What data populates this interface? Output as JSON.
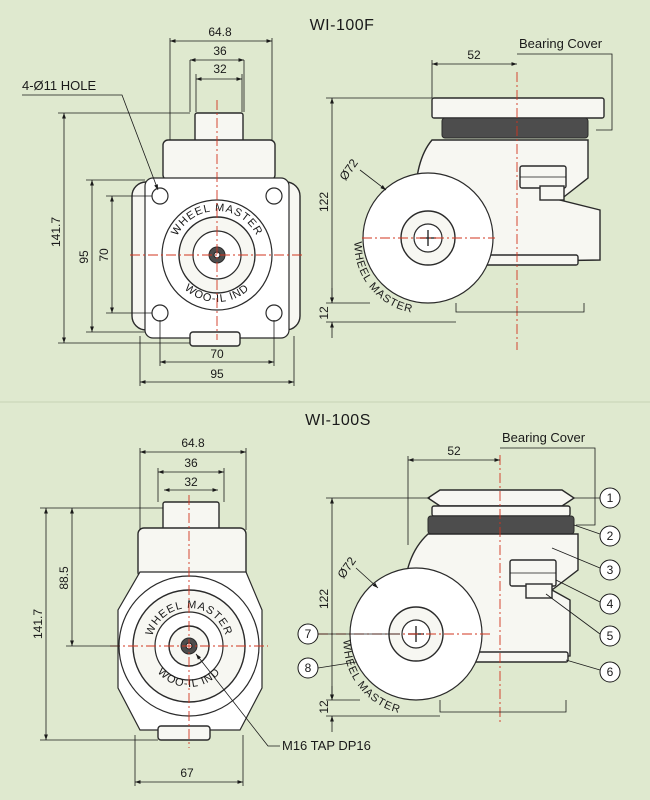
{
  "top": {
    "title": "WI-100F",
    "dims": {
      "w648": "64.8",
      "w36": "36",
      "w32": "32",
      "h1417": "141.7",
      "h95": "95",
      "h70": "70",
      "b70": "70",
      "b95": "95",
      "s52": "52",
      "s122": "122",
      "s12": "12",
      "d72": "Ø72"
    },
    "hole_label": "4-Ø11 HOLE",
    "bearing_cover": "Bearing Cover",
    "wheel_text_top": "WHEEL MASTER",
    "wheel_text_bottom": "WOO-IL IND",
    "side_wheel_text": "WHEEL MASTER"
  },
  "bottom": {
    "title": "WI-100S",
    "dims": {
      "w648": "64.8",
      "w36": "36",
      "w32": "32",
      "h1417": "141.7",
      "h885": "88.5",
      "b67": "67",
      "s52": "52",
      "s122": "122",
      "s12": "12",
      "d72": "Ø72"
    },
    "tap_label": "M16 TAP DP16",
    "bearing_cover": "Bearing Cover",
    "wheel_text_top": "WHEEL MASTER",
    "wheel_text_bottom": "WOO-IL IND",
    "side_wheel_text": "WHEEL MASTER",
    "callouts": [
      "1",
      "2",
      "3",
      "4",
      "5",
      "6",
      "7",
      "8"
    ]
  },
  "colors": {
    "background": "#dfe9cf",
    "centerline": "#d2341f",
    "line": "#1a1a1a"
  }
}
